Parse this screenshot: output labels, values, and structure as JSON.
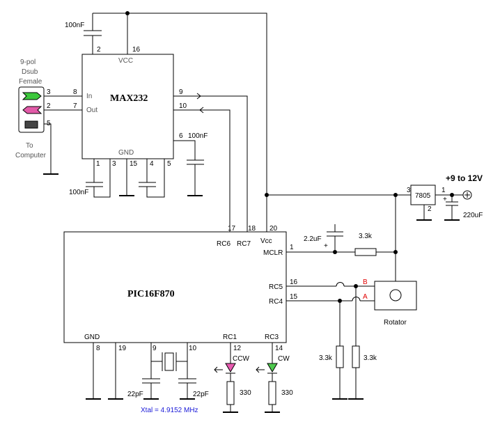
{
  "colors": {
    "wire": "#000000",
    "text_grey": "#555555",
    "encoder_label": "#e00000",
    "xtal_label": "#1a1ad8",
    "led_ccw": "#e85ab0",
    "led_cw": "#4ec94e",
    "connector_in": "#3cc83c",
    "connector_out": "#e25aa8"
  },
  "connector": {
    "title_1": "9-pol",
    "title_2": "Dsub",
    "title_3": "Female",
    "note_1": "To",
    "note_2": "Computer",
    "pins": [
      "3",
      "2",
      "5"
    ]
  },
  "max232": {
    "name": "MAX232",
    "vcc": "VCC",
    "gnd": "GND",
    "in": "In",
    "out": "Out",
    "pins": {
      "p16": "16",
      "p2": "2",
      "p8": "8",
      "p7": "7",
      "p9": "9",
      "p10": "10",
      "p6": "6",
      "p1": "1",
      "p3": "3",
      "p15": "15",
      "p4": "4",
      "p5": "5"
    }
  },
  "pic": {
    "name": "PIC16F870",
    "rc6": "RC6",
    "rc7": "RC7",
    "vcc": "Vcc",
    "mclr": "MCLR",
    "rc5": "RC5",
    "rc4": "RC4",
    "gnd": "GND",
    "rc1": "RC1",
    "rc3": "RC3",
    "pins": {
      "p17": "17",
      "p18": "18",
      "p20": "20",
      "p1": "1",
      "p16": "16",
      "p15": "15",
      "p8": "8",
      "p19": "19",
      "p9": "9",
      "p10": "10",
      "p12": "12",
      "p14": "14"
    }
  },
  "regulator": {
    "name": "7805",
    "pin_in": "3",
    "pin_out": "1",
    "pin_gnd": "2",
    "supply": "+9 to 12V"
  },
  "components": {
    "c_top": "100nF",
    "c_left": "100nF",
    "c_right": "100nF",
    "c_mclr": "2.2uF",
    "c_supply": "220uF",
    "r_mclr": "3.3k",
    "r_a": "3.3k",
    "r_b": "3.3k",
    "c_x1": "22pF",
    "c_x2": "22pF",
    "r_ccw": "330",
    "r_cw": "330",
    "ccw": "CCW",
    "cw": "CW",
    "xtal": "Xtal = 4.9152 MHz",
    "rotator": "Rotator",
    "b": "B",
    "a": "A"
  }
}
